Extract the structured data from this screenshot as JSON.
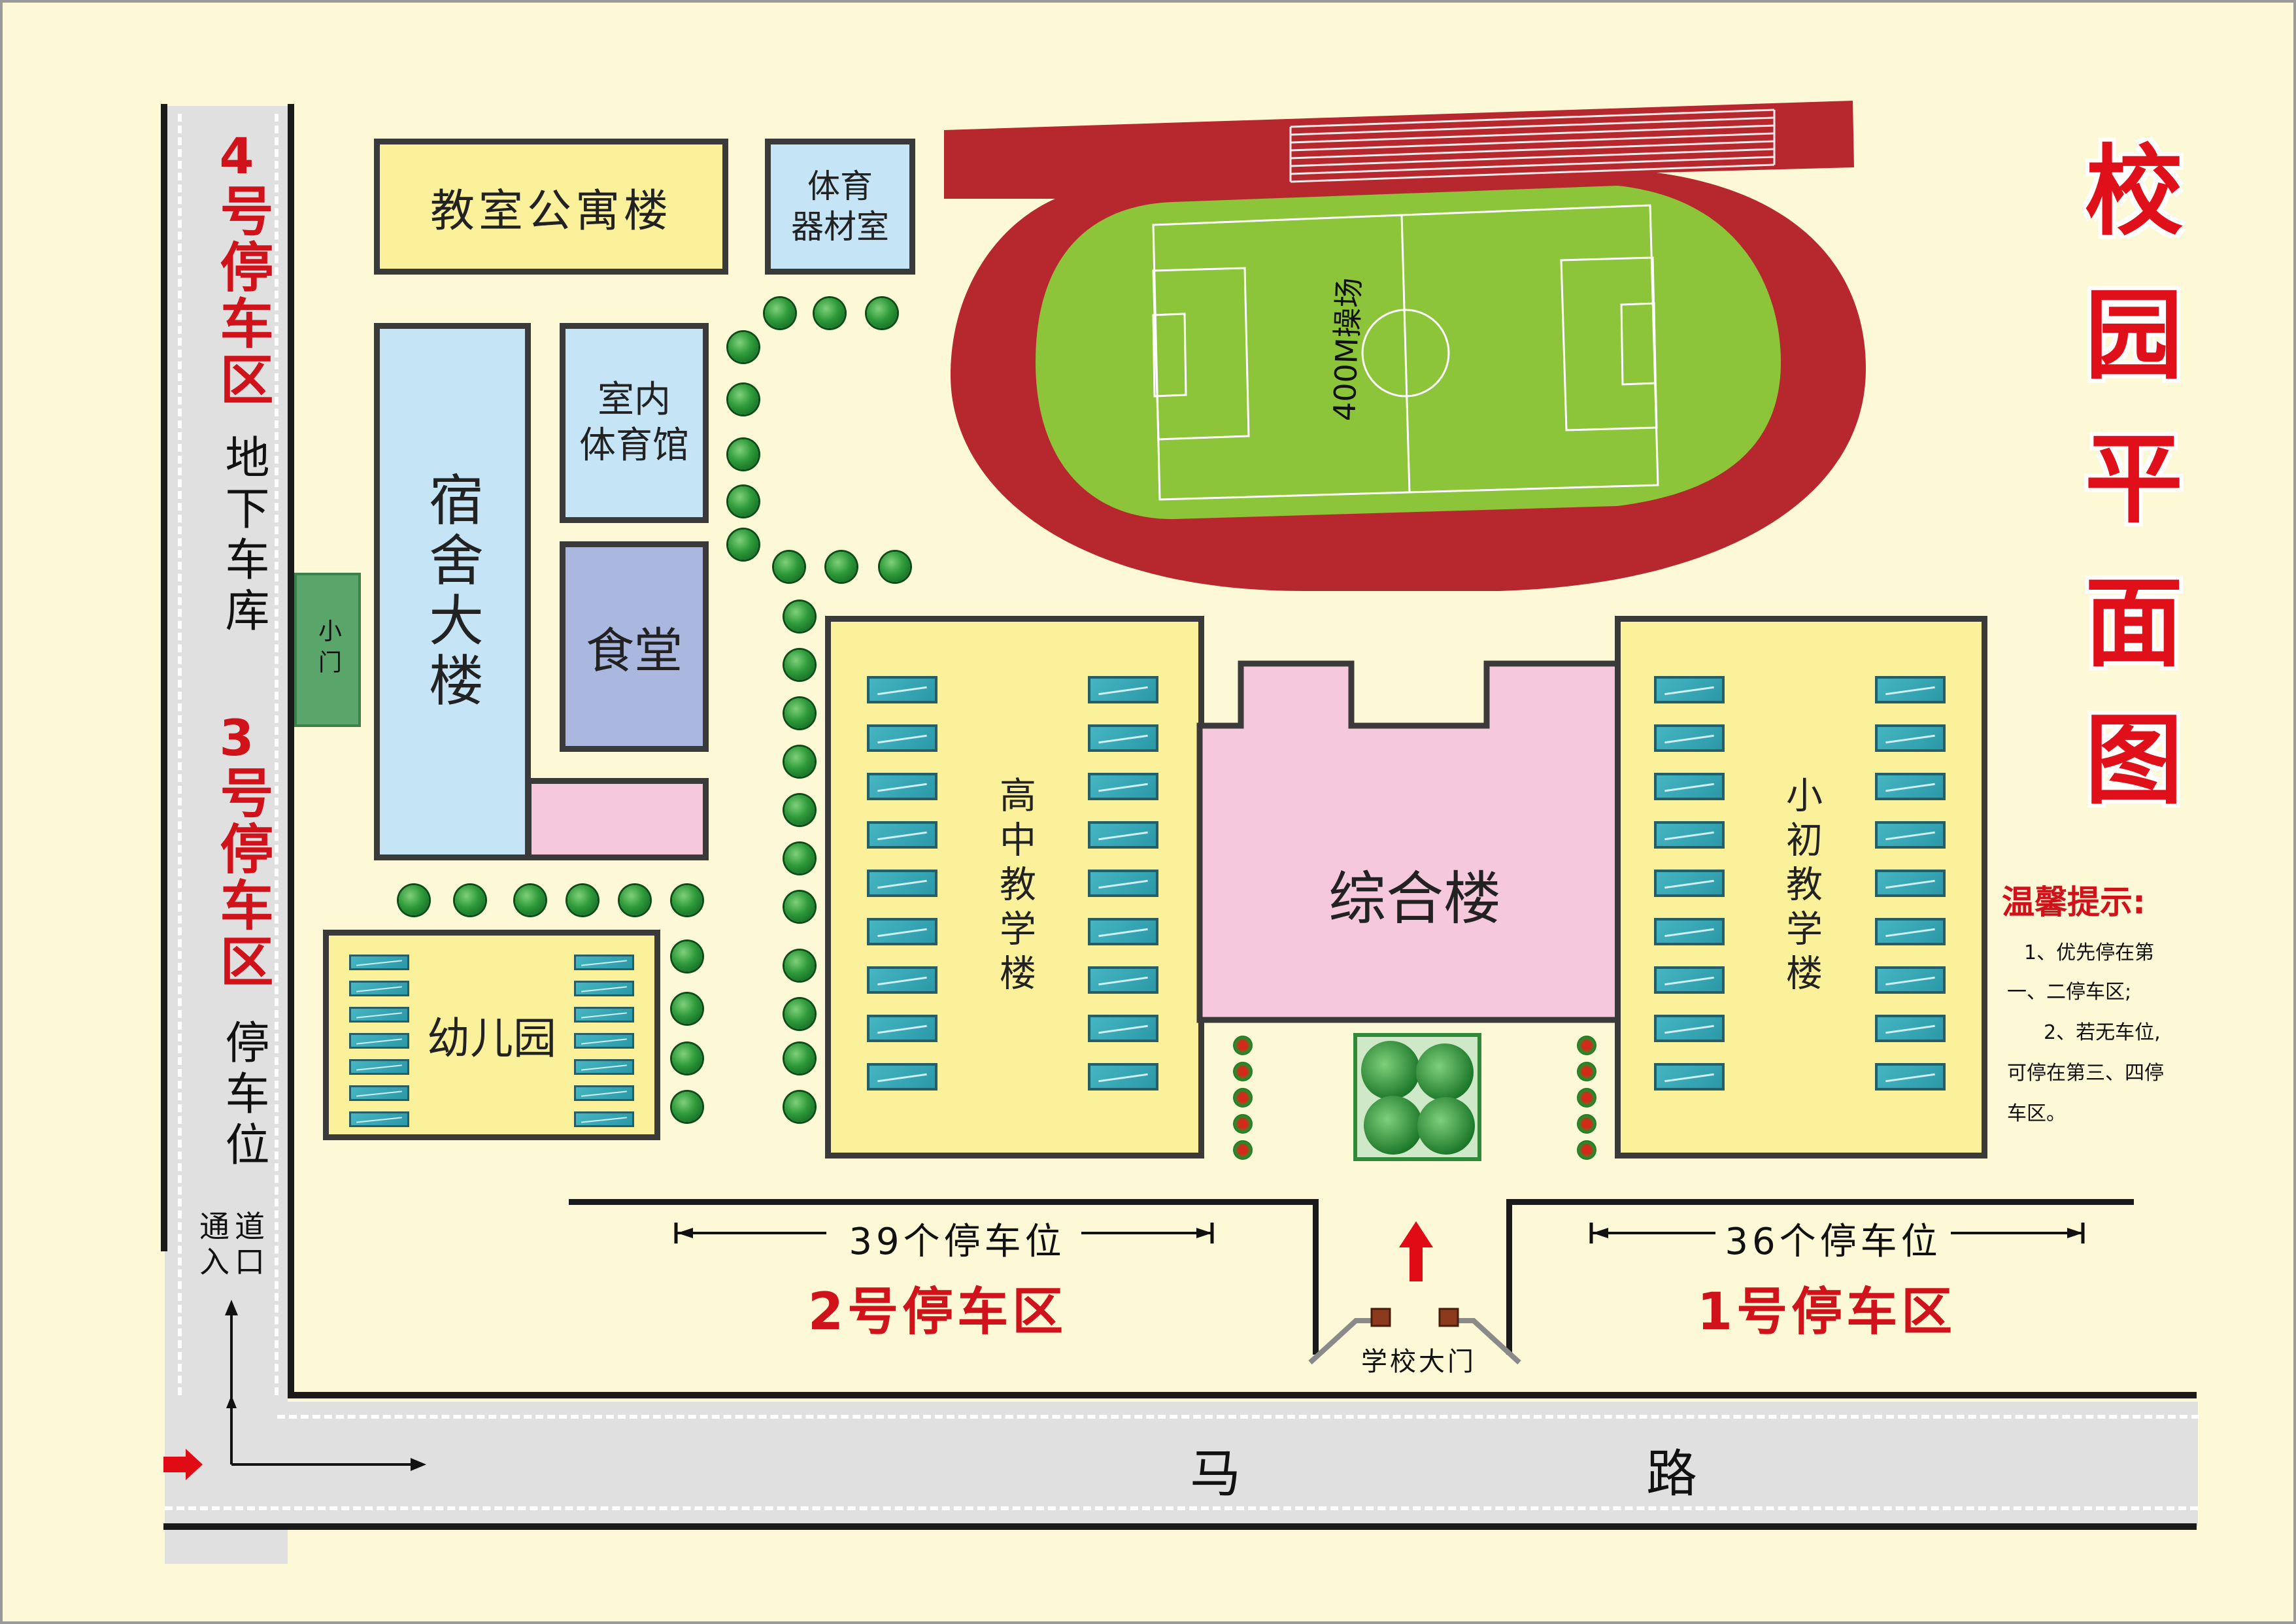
{
  "title_chars": [
    "校",
    "园",
    "平",
    "面",
    "图"
  ],
  "buildings": {
    "classroom_apartment": "教室公寓楼",
    "sports_equipment_room": "体育\n器材室",
    "dormitory": "宿舍大楼",
    "indoor_gym": "室内\n体育馆",
    "canteen": "食堂",
    "kindergarten": "幼儿园",
    "high_school": "高中教学楼",
    "comprehensive": "综合楼",
    "primary_middle": "小初教学楼",
    "small_gate": "小门",
    "playground": "400M操场"
  },
  "parking": {
    "zone4_prefix": "4",
    "zone4_label": "号停车区",
    "underground": "地下车库",
    "zone3_prefix": "3",
    "zone3_label": "号停车区",
    "zone3_sub": "停车位",
    "zone2": "2号停车区",
    "zone1": "1号停车区",
    "spaces_left": "39个停车位",
    "spaces_right": "36个停车位",
    "entrance": "通道\n入口"
  },
  "gate": "学校大门",
  "road": {
    "char1": "马",
    "char2": "路"
  },
  "tips": {
    "heading": "温馨提示:",
    "item1_line1": "1、优先停在第",
    "item1_line2": "一、二停车区;",
    "item2_line1": "2、若无车位,",
    "item2_line2": "可停在第三、四停",
    "item2_line3": "车区。"
  },
  "colors": {
    "background": "#fdf8d6",
    "title_red": "#e0101a",
    "track": "#b7282e",
    "field": "#8cc43a",
    "building_yellow": "#fbf19a",
    "building_blue": "#c5e5f7",
    "canteen": "#aab7df",
    "comprehensive": "#f6c8dc",
    "gate_green": "#5aa66a",
    "road_gray": "#e0e0e0"
  }
}
